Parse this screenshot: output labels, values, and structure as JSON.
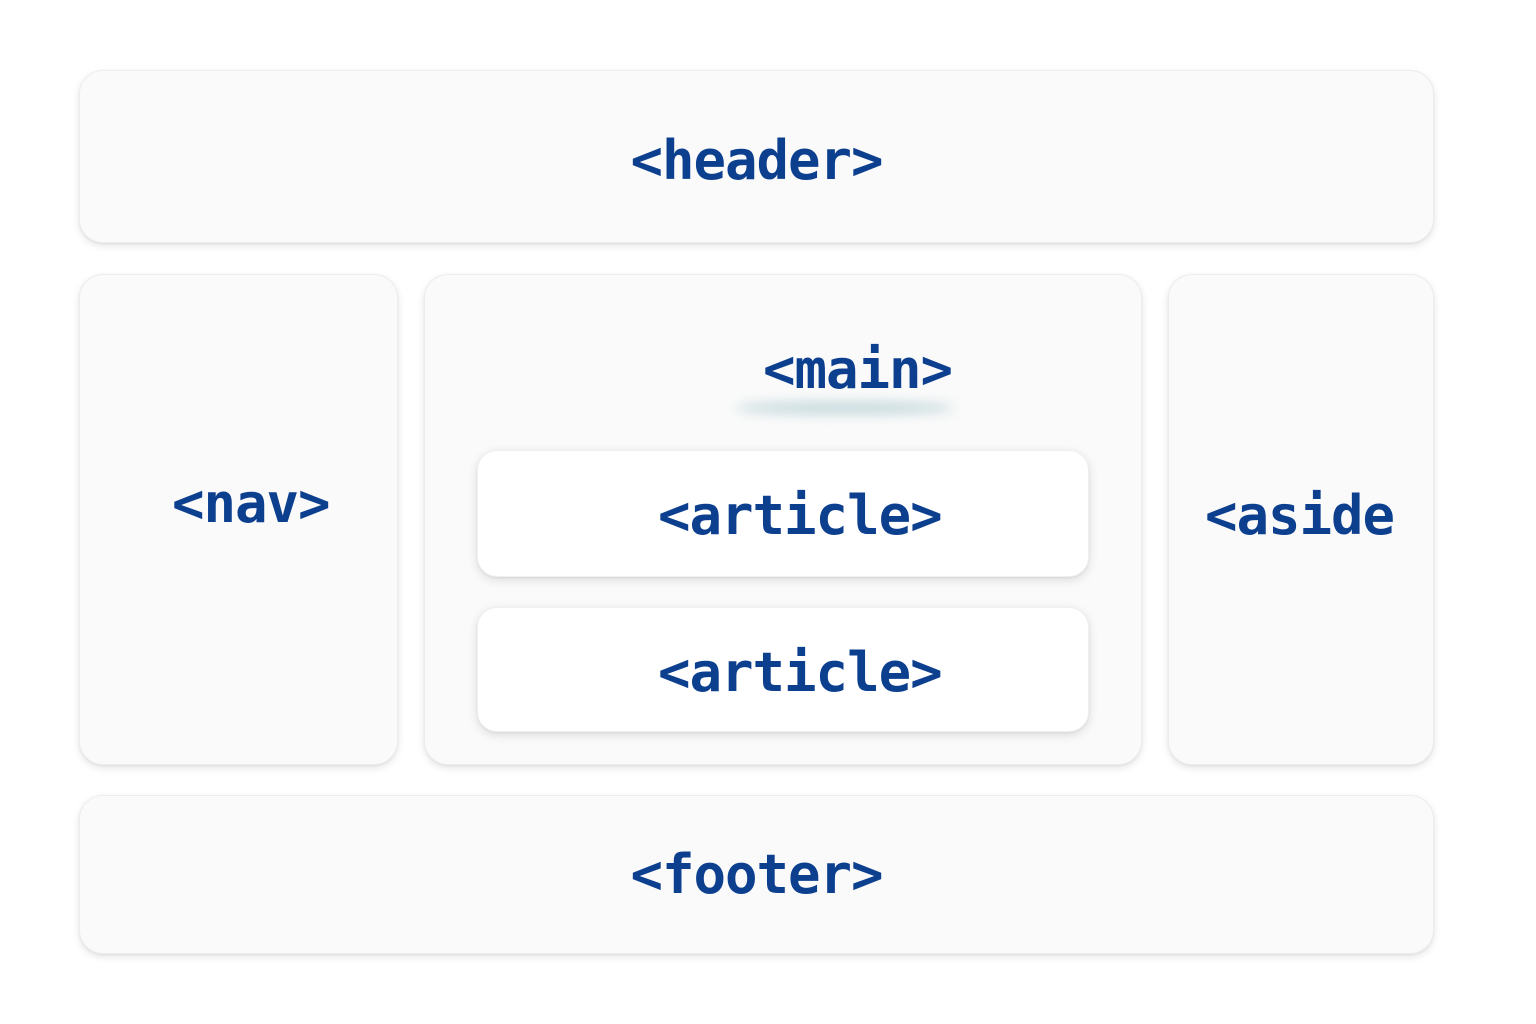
{
  "colors": {
    "label": "#0d3f8f",
    "box_background": "#fafafa",
    "article_background": "#ffffff"
  },
  "regions": {
    "header": "<header>",
    "nav": "<nav>",
    "main": "<main>",
    "article_1": "<article>",
    "article_2": "<article>",
    "aside": "<aside",
    "footer": "<footer>"
  }
}
